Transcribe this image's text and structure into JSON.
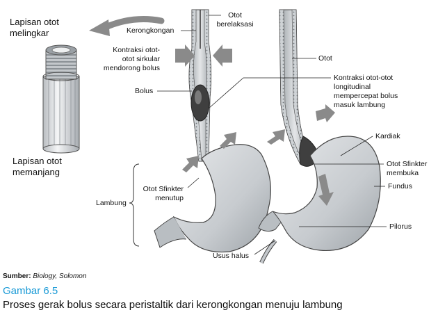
{
  "labels": {
    "lapisan_melingkar": "Lapisan otot\nmelingkar",
    "lapisan_memanjang": "Lapisan otot\nmemanjang",
    "kerongkongan": "Kerongkongan",
    "otot_berelaksasi": "Otot\nberelaksasi",
    "kontraksi_sirkular": "Kontraksi otot-\notot sirkular\nmendorong bolus",
    "bolus": "Bolus",
    "lambung": "Lambung",
    "sfinkter_menutup": "Otot Sfinkter\nmenutup",
    "usus_halus": "Usus halus",
    "otot": "Otot",
    "kontraksi_longitudinal": "Kontraksi otot-otot\nlongitudinal\nmempercepat bolus\nmasuk lambung",
    "kardiak": "Kardiak",
    "sfinkter_membuka": "Otot Sfinkter\nmembuka",
    "fundus": "Fundus",
    "pilorus": "Pilorus"
  },
  "source": {
    "prefix": "Sumber:",
    "text": "Biology, Solomon"
  },
  "figure": {
    "title": "Gambar 6.5",
    "caption": "Proses gerak bolus secara peristaltik dari kerongkongan menuju lambung"
  },
  "colors": {
    "accent": "#1a9ad6",
    "tissue": "#c9cdd2",
    "arrow": "#8a8a8a"
  }
}
